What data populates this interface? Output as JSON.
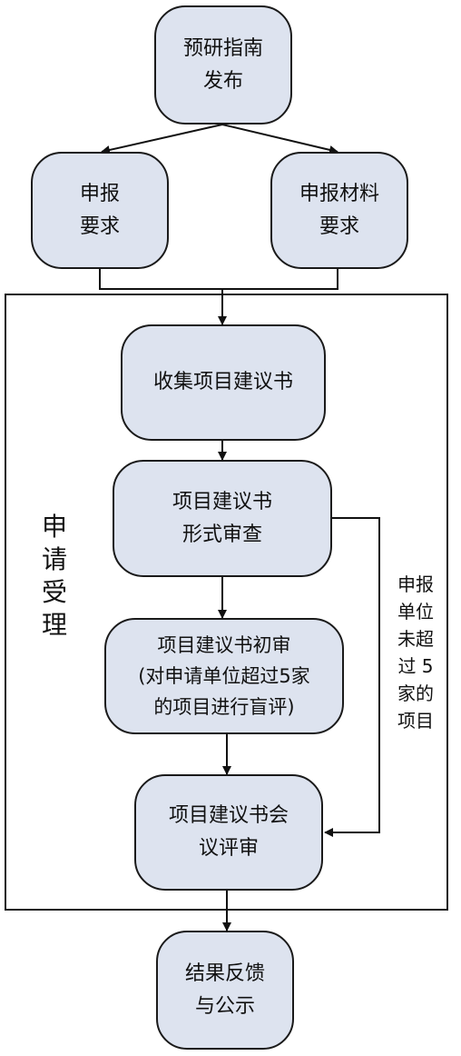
{
  "nodes": {
    "guide_release": [
      "预研指南",
      "发布"
    ],
    "apply_requirements": [
      "申报",
      "要求"
    ],
    "material_requirements": [
      "申报材料",
      "要求"
    ],
    "collect_proposals": [
      "收集项目建议书"
    ],
    "formal_review": [
      "项目建议书",
      "形式审查"
    ],
    "first_review": [
      "项目建议书初审",
      "(对申请单位超过5家",
      "的项目进行盲评)"
    ],
    "meeting_review": [
      "项目建议书会",
      "议评审"
    ],
    "result_publicity": [
      "结果反馈",
      "与公示"
    ]
  },
  "frame_label": [
    "申",
    "请",
    "受",
    "理"
  ],
  "side_label": [
    "申报",
    "单位",
    "未超",
    "过 5",
    "家的",
    "项目"
  ]
}
